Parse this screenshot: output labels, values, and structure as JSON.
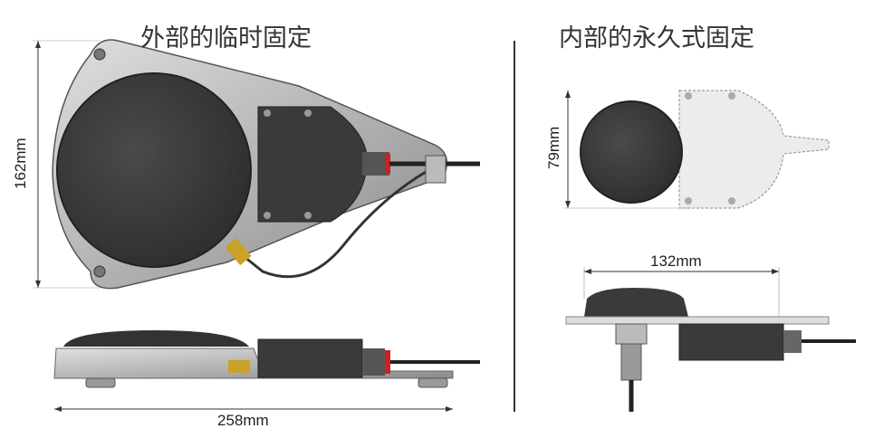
{
  "left_panel": {
    "title": "外部的临时固定",
    "height_dim": "162mm",
    "width_dim": "258mm"
  },
  "right_panel": {
    "title": "内部的永久式固定",
    "height_dim": "79mm",
    "width_dim": "132mm"
  },
  "colors": {
    "dark": "#3a3a3a",
    "body": "#b8b8b8",
    "accent": "#d11f1f",
    "plate": "#e8e8e8"
  }
}
